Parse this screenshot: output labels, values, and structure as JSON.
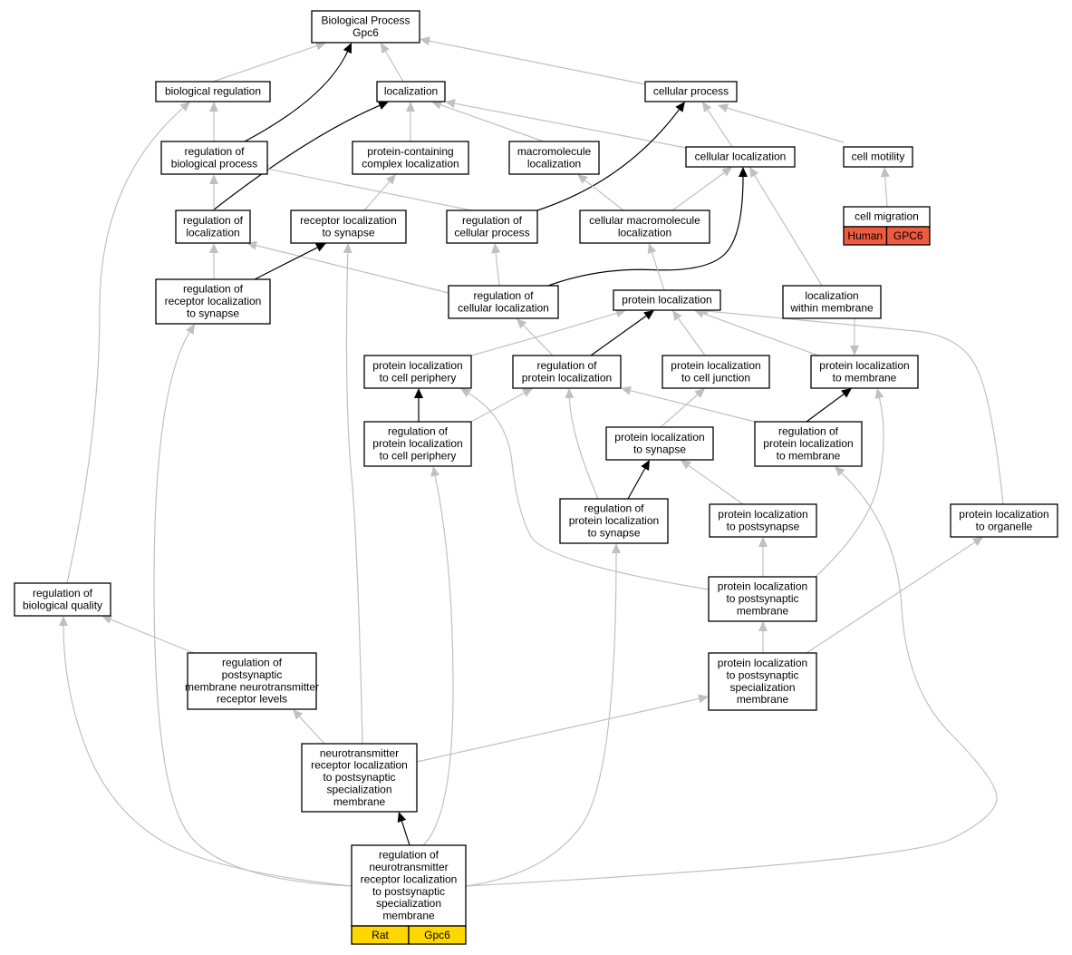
{
  "colors": {
    "edge_grey": "#c0c0c0",
    "edge_black": "#000000",
    "human_tag": "#f05a40",
    "rat_tag": "#ffd700"
  },
  "nodes": {
    "root": [
      "Biological Process",
      "Gpc6"
    ],
    "bioreg": [
      "biological regulation"
    ],
    "loc": [
      "localization"
    ],
    "cellproc": [
      "cellular process"
    ],
    "regbio": [
      "regulation of",
      "biological process"
    ],
    "pcc": [
      "protein-containing",
      "complex localization"
    ],
    "macro": [
      "macromolecule",
      "localization"
    ],
    "cellloc": [
      "cellular localization"
    ],
    "motil": [
      "cell motility"
    ],
    "migr": [
      "cell migration"
    ],
    "regloc": [
      "regulation of",
      "localization"
    ],
    "recsyn": [
      "receptor localization",
      "to synapse"
    ],
    "regcell": [
      "regulation of",
      "cellular process"
    ],
    "cellmacro": [
      "cellular macromolecule",
      "localization"
    ],
    "regrecsyn": [
      "regulation of",
      "receptor localization",
      "to synapse"
    ],
    "regcellloc": [
      "regulation of",
      "cellular localization"
    ],
    "protloc": [
      "protein localization"
    ],
    "withinmem": [
      "localization",
      "within membrane"
    ],
    "plperiph": [
      "protein localization",
      "to cell periphery"
    ],
    "regploc": [
      "regulation of",
      "protein localization"
    ],
    "pljunc": [
      "protein localization",
      "to cell junction"
    ],
    "plmem": [
      "protein localization",
      "to membrane"
    ],
    "regplperiph": [
      "regulation of",
      "protein localization",
      "to cell periphery"
    ],
    "plsyn": [
      "protein localization",
      "to synapse"
    ],
    "regplmem": [
      "regulation of",
      "protein localization",
      "to membrane"
    ],
    "regplsyn": [
      "regulation of",
      "protein localization",
      "to synapse"
    ],
    "plpost": [
      "protein localization",
      "to postsynapse"
    ],
    "plorg": [
      "protein localization",
      "to organelle"
    ],
    "plpostmem": [
      "protein localization",
      "to postsynaptic",
      "membrane"
    ],
    "regbq": [
      "regulation of",
      "biological quality"
    ],
    "regpostmem": [
      "regulation of",
      "postsynaptic",
      "membrane neurotransmitter",
      "receptor levels"
    ],
    "plpostspec": [
      "protein localization",
      "to postsynaptic",
      "specialization",
      "membrane"
    ],
    "ntrecloc": [
      "neurotransmitter",
      "receptor localization",
      "to postsynaptic",
      "specialization",
      "membrane"
    ],
    "target": [
      "regulation of",
      "neurotransmitter",
      "receptor localization",
      "to postsynaptic",
      "specialization",
      "membrane"
    ]
  },
  "tags": {
    "migr": [
      "Human",
      "GPC6"
    ],
    "target": [
      "Rat",
      "Gpc6"
    ]
  }
}
